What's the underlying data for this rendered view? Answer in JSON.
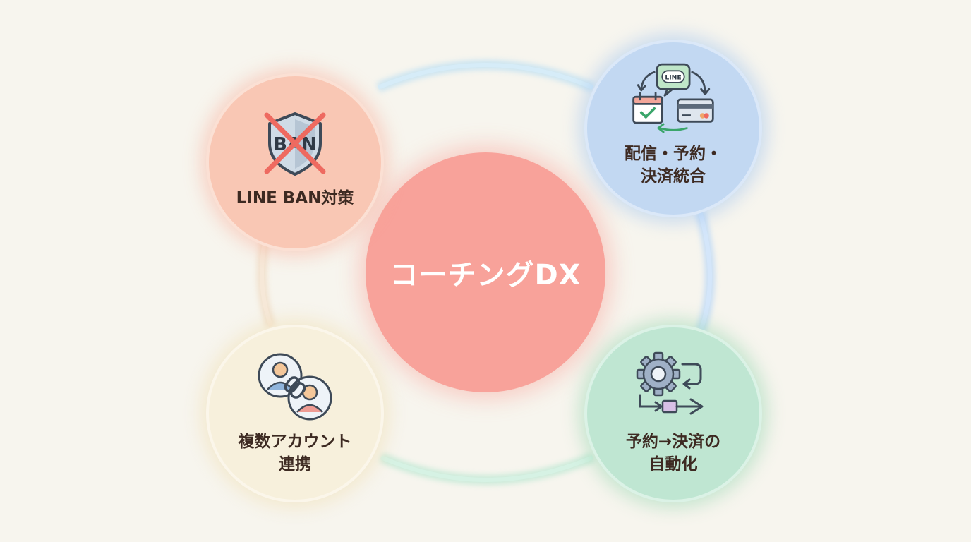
{
  "center": {
    "title": "コーチングDX",
    "color": "#f8a29a"
  },
  "nodes": [
    {
      "id": "line-ban",
      "label": "LINE BAN対策",
      "icon": "shield-ban-icon",
      "color": "#f9c7b4",
      "badge_text": "BAN"
    },
    {
      "id": "integration",
      "label": "配信・予約・\n決済統合",
      "icon": "line-calendar-card-cycle-icon",
      "color": "#c2d8f2",
      "badge_text": "LINE"
    },
    {
      "id": "multi-account",
      "label": "複数アカウント\n連携",
      "icon": "linked-accounts-icon",
      "color": "#f7f0dc"
    },
    {
      "id": "automation",
      "label": "予約→決済の\n自動化",
      "icon": "gear-flow-icon",
      "color": "#bfe6d2"
    }
  ],
  "ring_colors": {
    "top": "#bfe0f2",
    "right": "#bcd8f6",
    "bottom": "#bfe8d4",
    "left": "#f0dcc4"
  }
}
